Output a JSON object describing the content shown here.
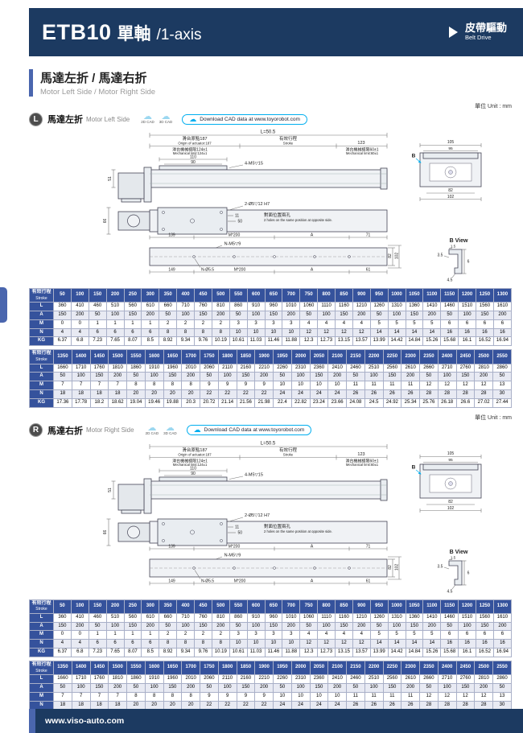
{
  "colors": {
    "navy": "#1c3a61",
    "steel": "#4a66ae",
    "cyan": "#00aeef",
    "table_header": "#35529c"
  },
  "header": {
    "model": "ETB10",
    "axis_cjk": "單軸",
    "axis_en": "/1-axis",
    "drive_cjk": "皮帶驅動",
    "drive_en": "Belt Drive"
  },
  "section": {
    "title": "馬達左折 / 馬達右折",
    "subtitle": "Motor Left Side / Motor Right Side"
  },
  "unit": "單位 Unit : mm",
  "panels": [
    {
      "badge": "L",
      "title_cjk": "馬達左折",
      "title_en": "Motor Left Side"
    },
    {
      "badge": "R",
      "title_cjk": "馬達右折",
      "title_en": "Motor Right Side"
    }
  ],
  "cad": {
    "d2": "2D CAD",
    "d3": "3D CAD",
    "download": "Download CAD data at www.toyorobot.com"
  },
  "dwg": {
    "total_len": "L=50.5",
    "origin_cjk": "滑台原點187",
    "origin_en": "Origin of actuator:187",
    "stroke_cjk": "有效行程",
    "stroke_en": "Stroke",
    "dim_123": "123",
    "mech_left_cjk": "滑台機械極限124±1",
    "mech_left_en": "Mechanical limit:124±1",
    "mech_right_cjk": "滑台機械極限60±1",
    "mech_right_en": "Mechanical limit:60±1",
    "dim_110": "110",
    "dim_90": "90",
    "tap_top": "4-M5▽15",
    "dim_51": "51",
    "dim_66": "66",
    "pin_hole": "2-Ø5▽12 H7",
    "holes_cjk": "對面位置兩孔",
    "holes_en": "2 holes on the same position at opposite side.",
    "dim_11": "11",
    "dim_50": "50",
    "dim_139": "139",
    "pitch": "M*200",
    "dim_A": "A",
    "dim_71": "71",
    "side_tap": "N-M5▽9",
    "dim_82": "82",
    "dim_102": "102",
    "dim_149": "149",
    "bottom_hole": "N-Ø5.5",
    "dim_61": "61",
    "end_105": "105",
    "end_95": "95",
    "end_82": "82",
    "end_102": "102",
    "b_label": "B",
    "b_view": "B View",
    "b_15": "1.5",
    "b_35": "3.5",
    "b_6": "6",
    "b_45": "4.5"
  },
  "tables": {
    "header_label": "有效行程",
    "header_sub": "Stroke",
    "blocks": [
      {
        "columns": [
          "50",
          "100",
          "150",
          "200",
          "250",
          "300",
          "350",
          "400",
          "450",
          "500",
          "550",
          "600",
          "650",
          "700",
          "750",
          "800",
          "850",
          "900",
          "950",
          "1000",
          "1050",
          "1100",
          "1150",
          "1200",
          "1250",
          "1300"
        ],
        "rows": [
          {
            "label": "L",
            "values": [
              "360",
              "410",
              "460",
              "510",
              "560",
              "610",
              "660",
              "710",
              "760",
              "810",
              "860",
              "910",
              "960",
              "1010",
              "1060",
              "1110",
              "1160",
              "1210",
              "1260",
              "1310",
              "1360",
              "1410",
              "1460",
              "1510",
              "1560",
              "1610"
            ]
          },
          {
            "label": "A",
            "values": [
              "150",
              "200",
              "50",
              "100",
              "150",
              "200",
              "50",
              "100",
              "150",
              "200",
              "50",
              "100",
              "150",
              "200",
              "50",
              "100",
              "150",
              "200",
              "50",
              "100",
              "150",
              "200",
              "50",
              "100",
              "150",
              "200"
            ]
          },
          {
            "label": "M",
            "values": [
              "0",
              "0",
              "1",
              "1",
              "1",
              "1",
              "2",
              "2",
              "2",
              "2",
              "3",
              "3",
              "3",
              "3",
              "4",
              "4",
              "4",
              "4",
              "5",
              "5",
              "5",
              "5",
              "6",
              "6",
              "6",
              "6"
            ]
          },
          {
            "label": "N",
            "values": [
              "4",
              "4",
              "6",
              "6",
              "6",
              "6",
              "8",
              "8",
              "8",
              "8",
              "10",
              "10",
              "10",
              "10",
              "12",
              "12",
              "12",
              "12",
              "14",
              "14",
              "14",
              "14",
              "16",
              "16",
              "16",
              "16"
            ]
          },
          {
            "label": "KG",
            "values": [
              "6.37",
              "6.8",
              "7.23",
              "7.65",
              "8.07",
              "8.5",
              "8.92",
              "9.34",
              "9.76",
              "10.19",
              "10.61",
              "11.03",
              "11.46",
              "11.88",
              "12.3",
              "12.73",
              "13.15",
              "13.57",
              "13.99",
              "14.42",
              "14.84",
              "15.26",
              "15.68",
              "16.1",
              "16.52",
              "16.94"
            ]
          }
        ]
      },
      {
        "columns": [
          "1350",
          "1400",
          "1450",
          "1500",
          "1550",
          "1600",
          "1650",
          "1700",
          "1750",
          "1800",
          "1850",
          "1900",
          "1950",
          "2000",
          "2050",
          "2100",
          "2150",
          "2200",
          "2250",
          "2300",
          "2350",
          "2400",
          "2450",
          "2500",
          "2550"
        ],
        "rows": [
          {
            "label": "L",
            "values": [
              "1660",
              "1710",
              "1760",
              "1810",
              "1860",
              "1910",
              "1960",
              "2010",
              "2060",
              "2110",
              "2160",
              "2210",
              "2260",
              "2310",
              "2360",
              "2410",
              "2460",
              "2510",
              "2560",
              "2610",
              "2660",
              "2710",
              "2760",
              "2810",
              "2860"
            ]
          },
          {
            "label": "A",
            "values": [
              "50",
              "100",
              "150",
              "200",
              "50",
              "100",
              "150",
              "200",
              "50",
              "100",
              "150",
              "200",
              "50",
              "100",
              "150",
              "200",
              "50",
              "100",
              "150",
              "200",
              "50",
              "100",
              "150",
              "200",
              "50"
            ]
          },
          {
            "label": "M",
            "values": [
              "7",
              "7",
              "7",
              "7",
              "8",
              "8",
              "8",
              "8",
              "9",
              "9",
              "9",
              "9",
              "10",
              "10",
              "10",
              "10",
              "11",
              "11",
              "11",
              "11",
              "12",
              "12",
              "12",
              "12",
              "13"
            ]
          },
          {
            "label": "N",
            "values": [
              "18",
              "18",
              "18",
              "18",
              "20",
              "20",
              "20",
              "20",
              "22",
              "22",
              "22",
              "22",
              "24",
              "24",
              "24",
              "24",
              "26",
              "26",
              "26",
              "26",
              "28",
              "28",
              "28",
              "28",
              "30"
            ]
          },
          {
            "label": "KG",
            "values": [
              "17.36",
              "17.78",
              "18.2",
              "18.62",
              "19.04",
              "19.46",
              "19.88",
              "20.3",
              "20.72",
              "21.14",
              "21.56",
              "21.98",
              "22.4",
              "22.82",
              "23.24",
              "23.66",
              "24.08",
              "24.5",
              "24.92",
              "25.34",
              "25.76",
              "26.18",
              "26.6",
              "27.02",
              "27.44"
            ]
          }
        ]
      }
    ]
  },
  "footer": {
    "url": "www.viso-auto.com"
  }
}
